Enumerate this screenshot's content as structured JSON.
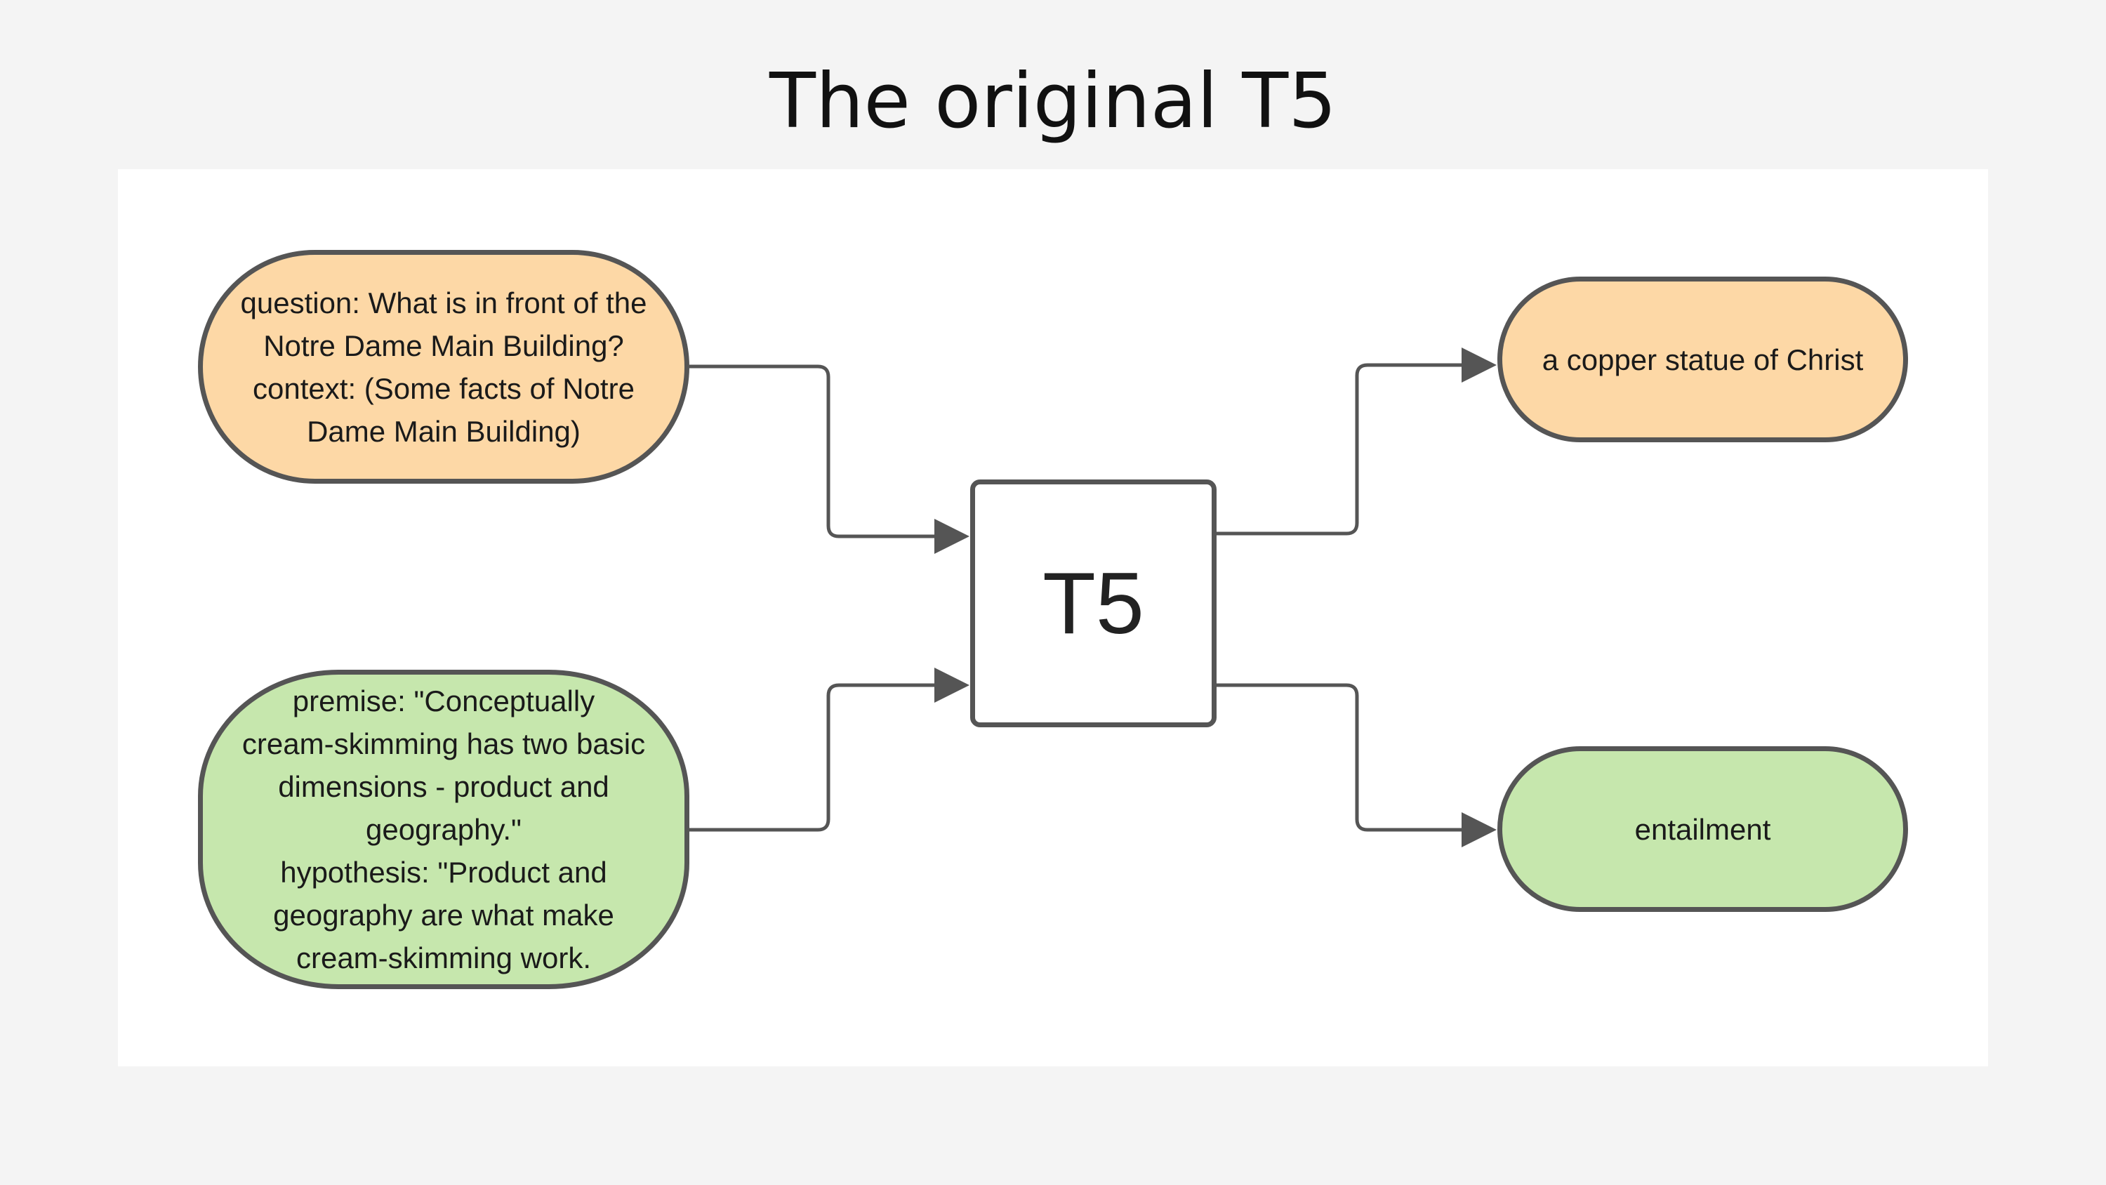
{
  "slide": {
    "title": "The original T5"
  },
  "diagram": {
    "model": {
      "label": "T5"
    },
    "inputs": [
      {
        "text": "question: What is in front of the\nNotre Dame Main Building?\ncontext: (Some facts of Notre\nDame Main Building)",
        "color": "#fdd8a6"
      },
      {
        "text": "premise: \"Conceptually\ncream-skimming has two basic\ndimensions - product and\ngeography.\"\nhypothesis: \"Product and\ngeography are what make\ncream-skimming work.",
        "color": "#c6e7ad"
      }
    ],
    "outputs": [
      {
        "text": "a copper statue of Christ",
        "color": "#fdd8a6"
      },
      {
        "text": "entailment",
        "color": "#c6e7ad"
      }
    ],
    "stroke_color": "#555555"
  }
}
